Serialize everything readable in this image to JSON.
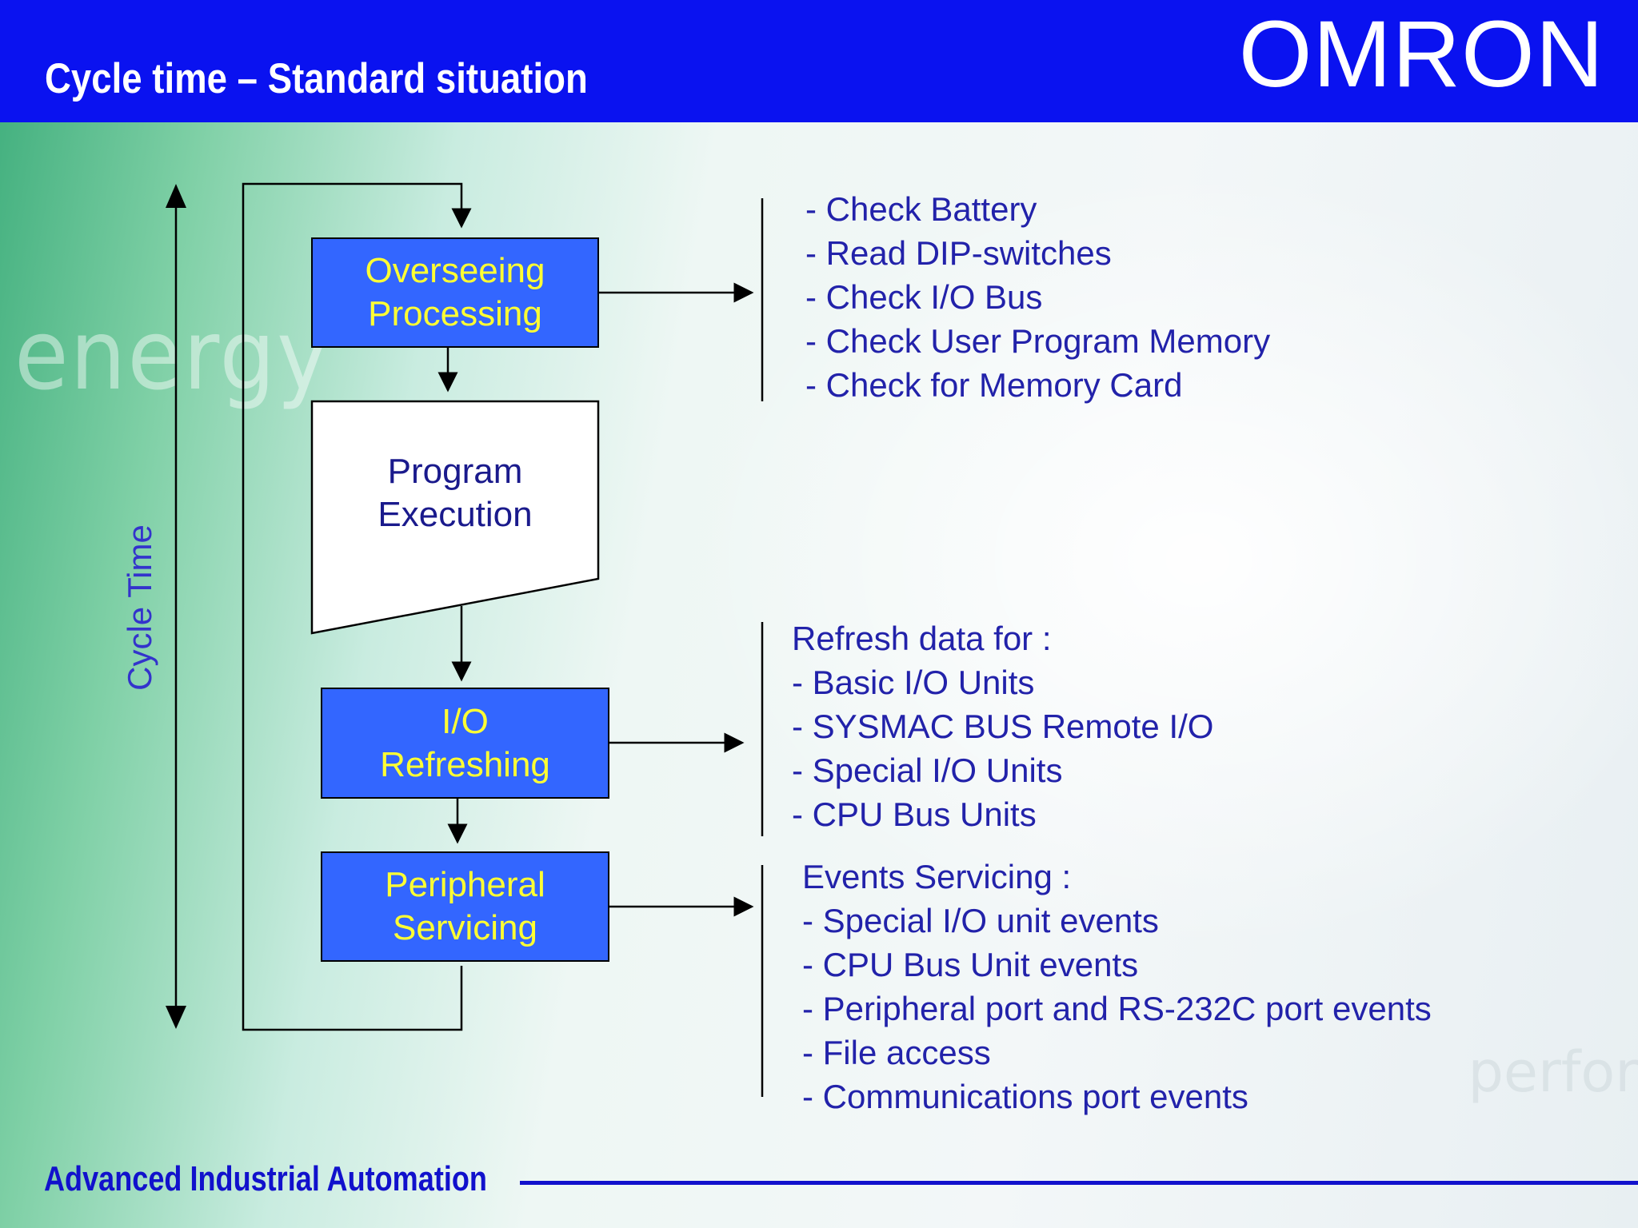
{
  "header": {
    "title": "Cycle time – Standard situation",
    "logo": "OMRON"
  },
  "diagram": {
    "cycle_label": "Cycle Time",
    "boxes": {
      "overseeing": [
        "Overseeing",
        "Processing"
      ],
      "program": [
        "Program",
        "Execution"
      ],
      "io": [
        "I/O",
        "Refreshing"
      ],
      "peripheral": [
        "Peripheral",
        "Servicing"
      ]
    },
    "overseeing_items": [
      "- Check Battery",
      "- Read DIP-switches",
      "- Check I/O Bus",
      "- Check User Program Memory",
      "- Check for Memory Card"
    ],
    "io_items": [
      "Refresh data for :",
      "- Basic I/O Units",
      "- SYSMAC BUS Remote I/O",
      "- Special I/O Units",
      "- CPU Bus Units"
    ],
    "peripheral_items": [
      "Events Servicing :",
      "- Special I/O unit events",
      "- CPU Bus Unit events",
      "- Peripheral port and RS-232C port events",
      "- File access",
      "- Communications port events"
    ]
  },
  "footer": {
    "text": "Advanced Industrial Automation"
  },
  "colors": {
    "header_bg": "#0a12f0",
    "box_fill": "#3366ff",
    "box_text": "#ffff33",
    "body_text": "#2222aa"
  }
}
